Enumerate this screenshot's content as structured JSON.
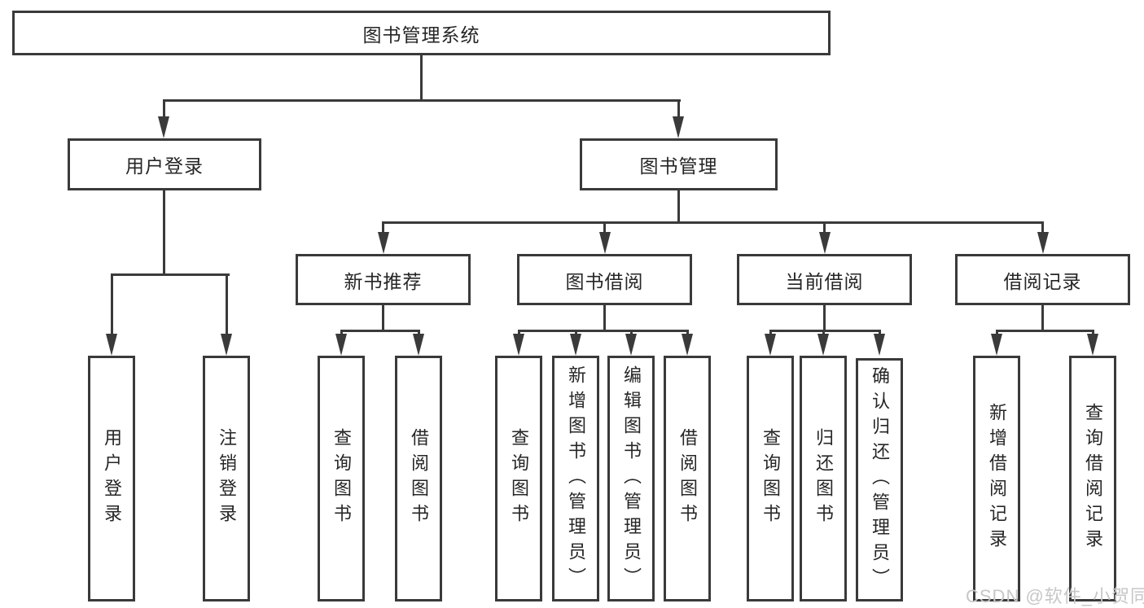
{
  "tree": {
    "root": {
      "label": "图书管理系统"
    },
    "children": [
      {
        "label": "用户登录",
        "children": [
          {
            "label": "用户登录"
          },
          {
            "label": "注销登录"
          }
        ]
      },
      {
        "label": "图书管理",
        "children": [
          {
            "label": "新书推荐",
            "children": [
              {
                "label": "查询图书"
              },
              {
                "label": "借阅图书"
              }
            ]
          },
          {
            "label": "图书借阅",
            "children": [
              {
                "label": "查询图书"
              },
              {
                "label": "新增图书（管理员）"
              },
              {
                "label": "编辑图书（管理员）"
              },
              {
                "label": "借阅图书"
              }
            ]
          },
          {
            "label": "当前借阅",
            "children": [
              {
                "label": "查询图书"
              },
              {
                "label": "归还图书"
              },
              {
                "label": "确认归还（管理员）"
              }
            ]
          },
          {
            "label": "借阅记录",
            "children": [
              {
                "label": "新增借阅记录"
              },
              {
                "label": "查询借阅记录"
              }
            ]
          }
        ]
      }
    ]
  },
  "watermark": "CSDN @软件_小贺同学",
  "colors": {
    "line": "#3a3a3a",
    "box_border": "#3a3a3a",
    "text": "#262626",
    "watermark": "#c7c7c7",
    "background": "#ffffff"
  }
}
